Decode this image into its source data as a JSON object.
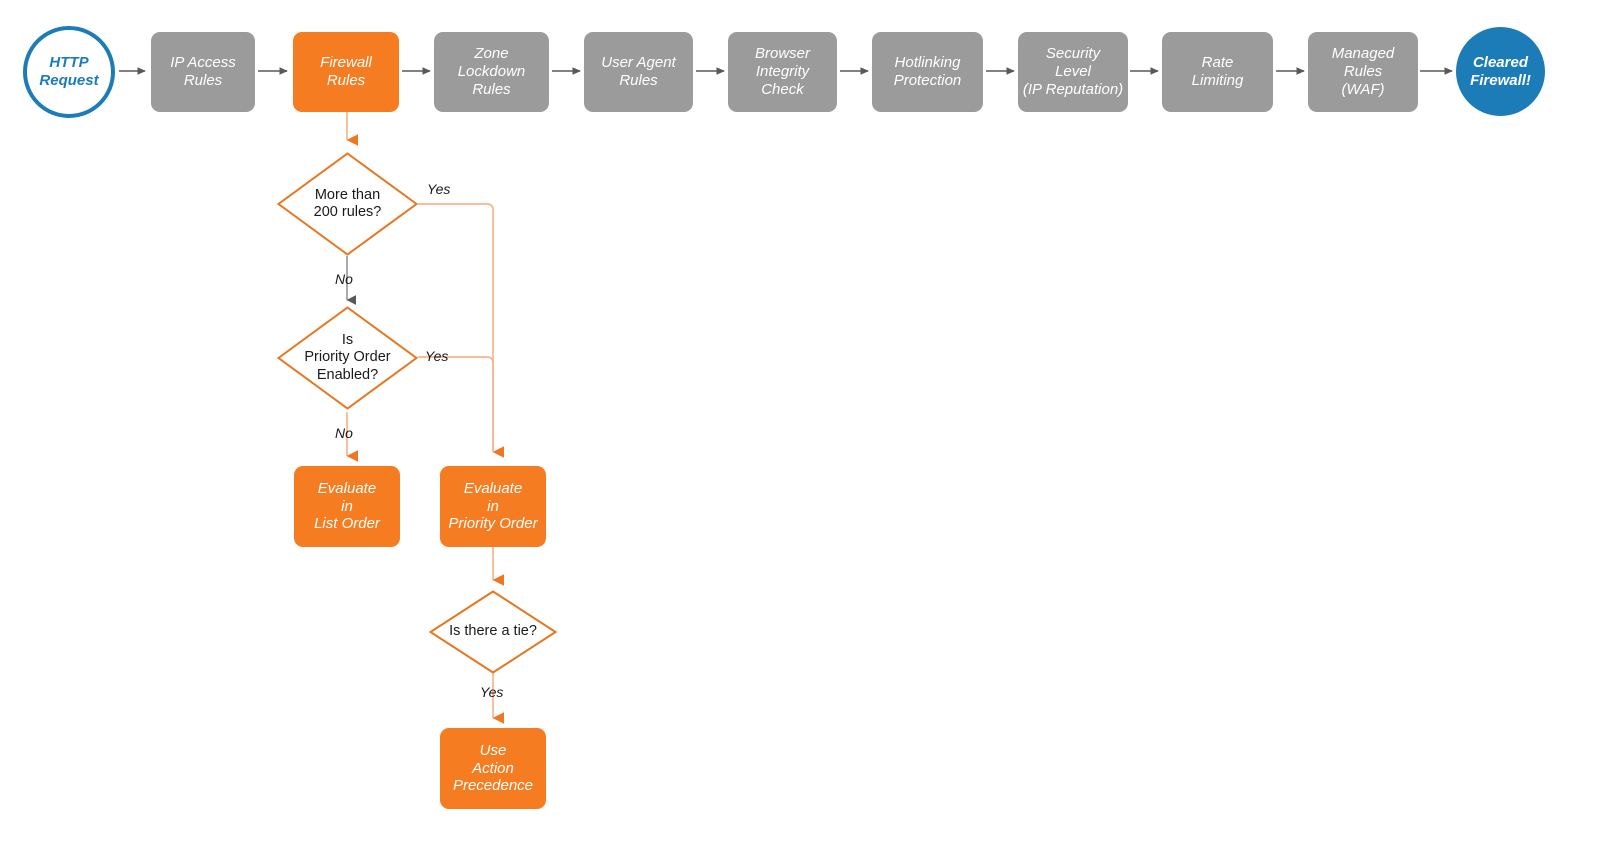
{
  "diagram": {
    "title": "Cloudflare Firewall Rules evaluation order flowchart",
    "colors": {
      "gray_fill": "#9b9b9b",
      "orange_fill": "#f67c21",
      "orange_stroke": "#e8761f",
      "blue": "#1b7cb8",
      "gray_arrow": "#595959",
      "orange_arrow": "#f5a77a",
      "text_dark": "#1a1a1a",
      "text_light": "#ffffff",
      "background": "#ffffff"
    },
    "pipeline": [
      {
        "id": "http-request",
        "type": "terminator-outline",
        "label": "HTTP\nRequest"
      },
      {
        "id": "ip-access-rules",
        "type": "process-gray",
        "label": "IP Access\nRules"
      },
      {
        "id": "firewall-rules",
        "type": "process-orange",
        "label": "Firewall\nRules"
      },
      {
        "id": "zone-lockdown-rules",
        "type": "process-gray",
        "label": "Zone\nLockdown\nRules"
      },
      {
        "id": "user-agent-rules",
        "type": "process-gray",
        "label": "User Agent\nRules"
      },
      {
        "id": "browser-integrity",
        "type": "process-gray",
        "label": "Browser\nIntegrity\nCheck"
      },
      {
        "id": "hotlinking",
        "type": "process-gray",
        "label": "Hotlinking\nProtection"
      },
      {
        "id": "security-level",
        "type": "process-gray",
        "label": "Security\nLevel\n(IP Reputation)"
      },
      {
        "id": "rate-limiting",
        "type": "process-gray",
        "label": "Rate\nLimiting"
      },
      {
        "id": "managed-rules",
        "type": "process-gray",
        "label": "Managed\nRules\n(WAF)"
      },
      {
        "id": "cleared-firewall",
        "type": "terminator-filled",
        "label": "Cleared\nFirewall!"
      }
    ],
    "decisions": [
      {
        "id": "more-than-200-rules",
        "label": "More than\n200 rules?"
      },
      {
        "id": "is-priority-order",
        "label": "Is\nPriority Order\nEnabled?"
      },
      {
        "id": "is-there-a-tie",
        "label": "Is there a tie?"
      }
    ],
    "outcomes": [
      {
        "id": "evaluate-list-order",
        "label": "Evaluate\nin\nList Order"
      },
      {
        "id": "evaluate-priority-order",
        "label": "Evaluate\nin\nPriority Order"
      },
      {
        "id": "use-action-precedence",
        "label": "Use\nAction\nPrecedence"
      }
    ],
    "edge_labels": {
      "more_than_200_yes": "Yes",
      "more_than_200_no": "No",
      "priority_order_yes": "Yes",
      "priority_order_no": "No",
      "tie_yes": "Yes"
    }
  }
}
